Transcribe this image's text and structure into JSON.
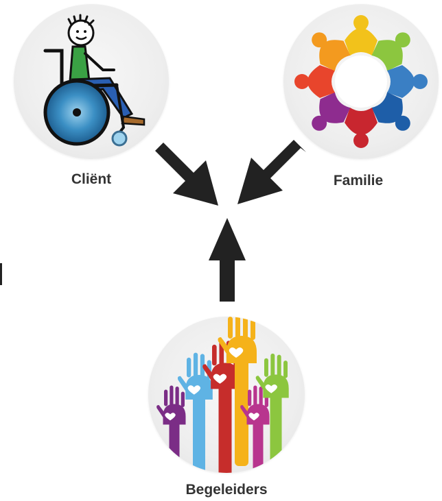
{
  "diagram": {
    "nodes": [
      {
        "id": "client",
        "label": "Cliënt",
        "icon": "wheelchair-user-icon"
      },
      {
        "id": "family",
        "label": "Familie",
        "icon": "family-circle-icon"
      },
      {
        "id": "helpers",
        "label": "Begeleiders",
        "icon": "raised-hands-hearts-icon"
      }
    ],
    "edges": [
      {
        "from": "client",
        "to": "center"
      },
      {
        "from": "family",
        "to": "center"
      },
      {
        "from": "helpers",
        "to": "center"
      }
    ],
    "colors": {
      "arrow": "#222222",
      "label": "#333333",
      "circle": "#eeeeee"
    }
  }
}
